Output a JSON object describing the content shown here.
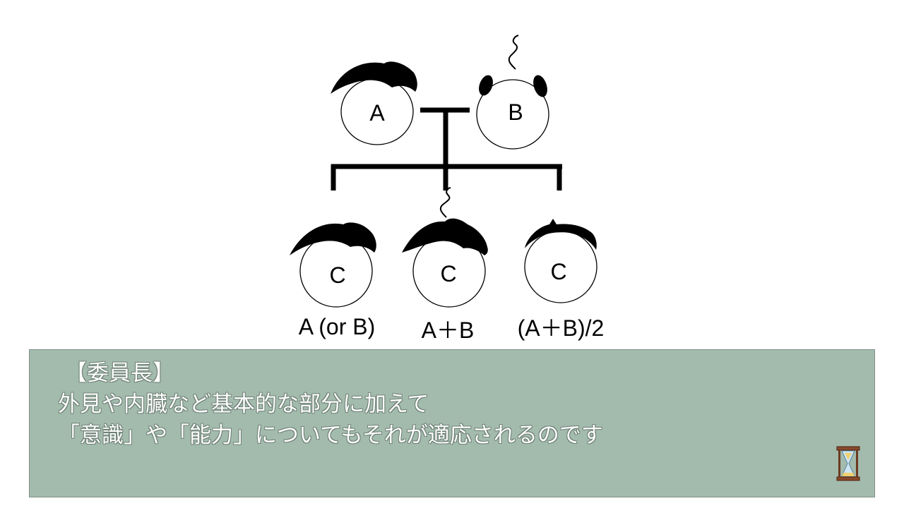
{
  "diagram": {
    "parents": [
      {
        "label": "A",
        "hair": "full"
      },
      {
        "label": "B",
        "hair": "balding"
      }
    ],
    "children": [
      {
        "label": "C",
        "hair": "full",
        "caption": "A (or B)"
      },
      {
        "label": "C",
        "hair": "full-with-strand",
        "caption": "A＋B"
      },
      {
        "label": "C",
        "hair": "thin",
        "caption": "(A＋B)/2"
      }
    ]
  },
  "message": {
    "speaker": "【委員長】",
    "lines": [
      "外見や内臓など基本的な部分に加えて",
      "「意識」や「能力」についてもそれが適応されるのです"
    ],
    "wait_icon": "hourglass-icon"
  },
  "colors": {
    "message_bg": "#A3BBAD",
    "message_text": "#FFFFFF",
    "ink": "#000000"
  }
}
